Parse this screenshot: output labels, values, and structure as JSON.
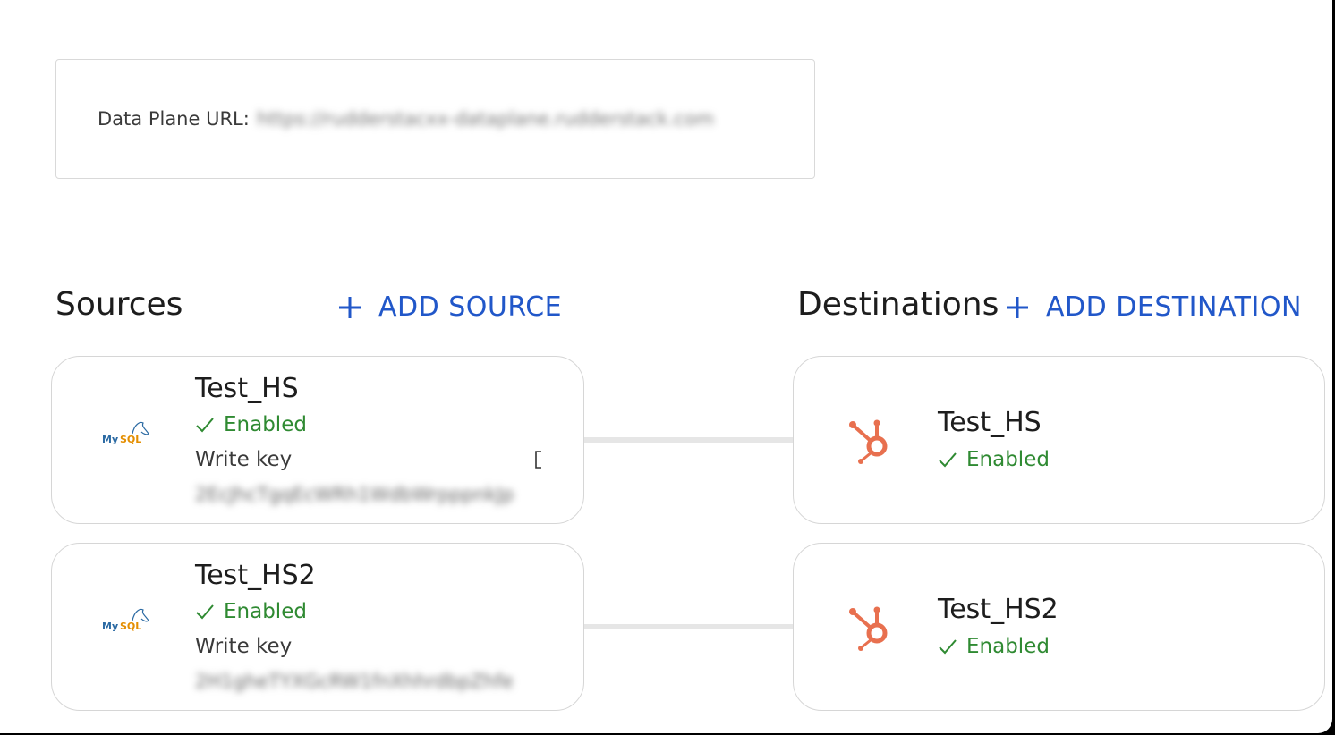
{
  "data_plane": {
    "label": "Data Plane URL:",
    "url": "https://rudderstacxx-dataplane.rudderstack.com"
  },
  "sources": {
    "title": "Sources",
    "add_label": "ADD SOURCE",
    "items": [
      {
        "name": "Test_HS",
        "status": "Enabled",
        "write_key_label": "Write key",
        "write_key": "2EcJhcTgqEcWRh1WdbWrpppnkJp",
        "icon": "mysql-logo"
      },
      {
        "name": "Test_HS2",
        "status": "Enabled",
        "write_key_label": "Write key",
        "write_key": "2H1gheTYXGcRW1fnXhhrdbpZhfe",
        "icon": "mysql-logo"
      }
    ]
  },
  "destinations": {
    "title": "Destinations",
    "add_label": "ADD DESTINATION",
    "items": [
      {
        "name": "Test_HS",
        "status": "Enabled",
        "icon": "hubspot-logo"
      },
      {
        "name": "Test_HS2",
        "status": "Enabled",
        "icon": "hubspot-logo"
      }
    ]
  },
  "colors": {
    "accent": "#2157c9",
    "enabled": "#2f8a32",
    "hubspot": "#e8704f",
    "mysql_blue": "#2b6aa3",
    "mysql_orange": "#e48e00"
  }
}
